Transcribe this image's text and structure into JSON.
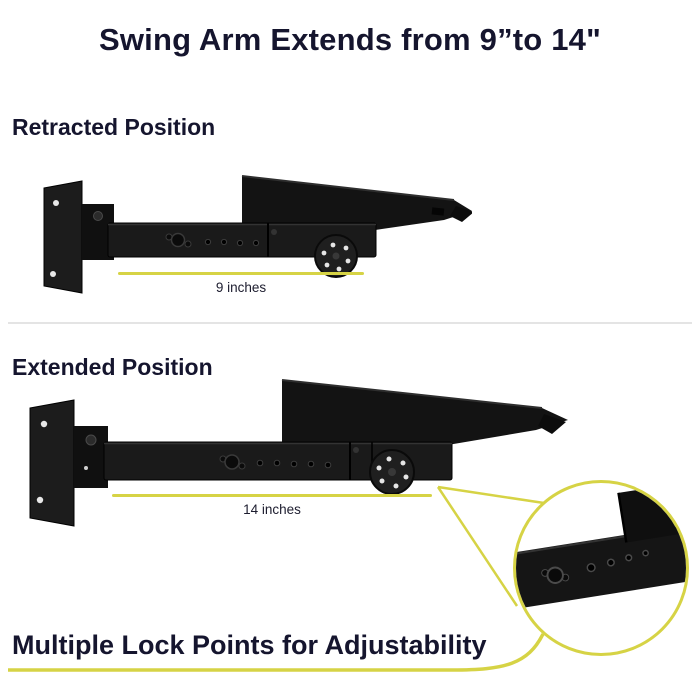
{
  "title": "Swing Arm Extends from 9”to 14\"",
  "sections": {
    "retracted": {
      "label": "Retracted Position",
      "measurement": "9 inches"
    },
    "extended": {
      "label": "Extended Position",
      "measurement": "14 inches"
    }
  },
  "footer": {
    "label": "Multiple Lock Points for Adjustability"
  },
  "colors": {
    "accent": "#d6d345",
    "text": "#15152e",
    "product": "#161616"
  },
  "icons": {
    "retracted_image": "swing-arm-retracted",
    "extended_image": "swing-arm-extended",
    "zoom_callout": "lock-points-closeup"
  }
}
